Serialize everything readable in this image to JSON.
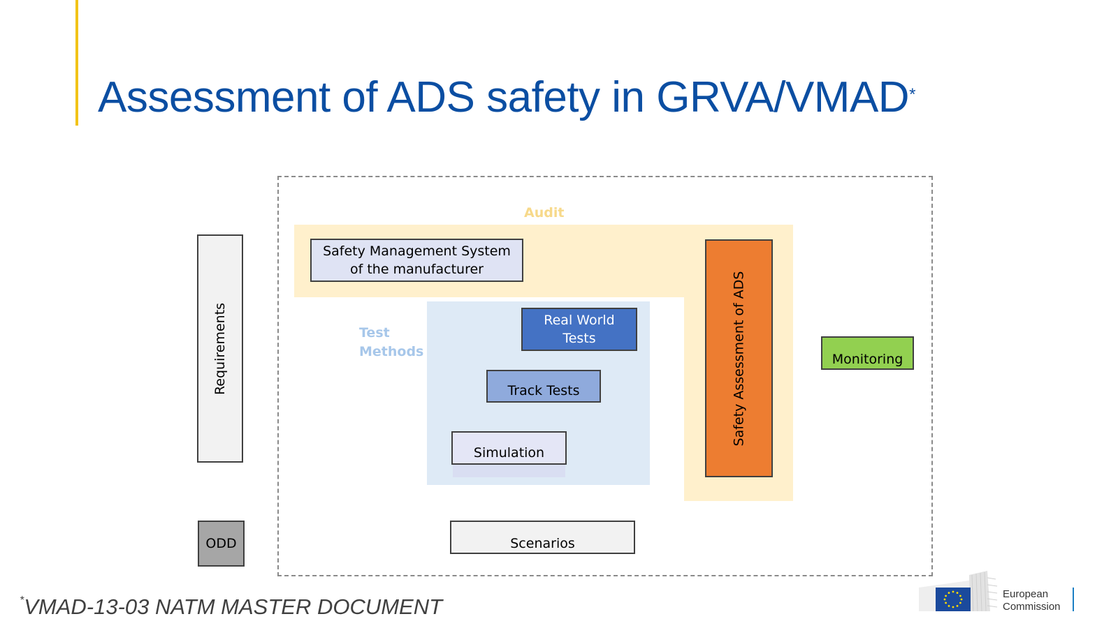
{
  "title": {
    "text": "Assessment of ADS safety in GRVA/VMAD",
    "marker": "*"
  },
  "diagram": {
    "audit_label": "Audit",
    "test_methods_label": [
      "Test",
      "Methods"
    ],
    "sms_box": [
      "Safety Management System",
      "of the manufacturer"
    ],
    "real_world_tests": [
      "Real World",
      "Tests"
    ],
    "track_tests": "Track Tests",
    "simulation": "Simulation",
    "safety_assessment": "Safety Assessment of ADS",
    "monitoring": "Monitoring",
    "requirements": "Requirements",
    "odd": "ODD",
    "scenarios": "Scenarios"
  },
  "footnote": {
    "marker": "*",
    "text": "VMAD-13-03 NATM MASTER DOCUMENT"
  },
  "logo": {
    "line1": "European",
    "line2": "Commission"
  },
  "colors": {
    "title": "#0b4ea2",
    "accent_bar": "#f2c318",
    "audit_fill": "#fff0cc",
    "test_fill": "#deeaf6",
    "real_world": "#4472c4",
    "track": "#8faadc",
    "safety": "#ed7d31",
    "monitoring": "#92d050",
    "odd": "#a6a6a6"
  }
}
